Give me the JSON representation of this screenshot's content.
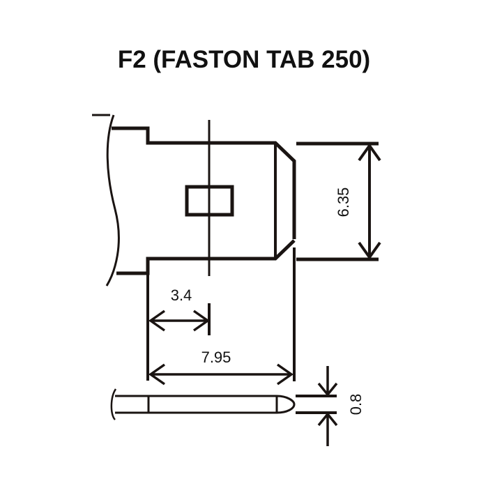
{
  "title": "F2 (FASTON TAB 250)",
  "dimensions": {
    "width": "6.35",
    "hole_offset": "3.4",
    "length": "7.95",
    "thickness": "0.8"
  },
  "colors": {
    "line": "#1a1412",
    "background": "#ffffff"
  }
}
